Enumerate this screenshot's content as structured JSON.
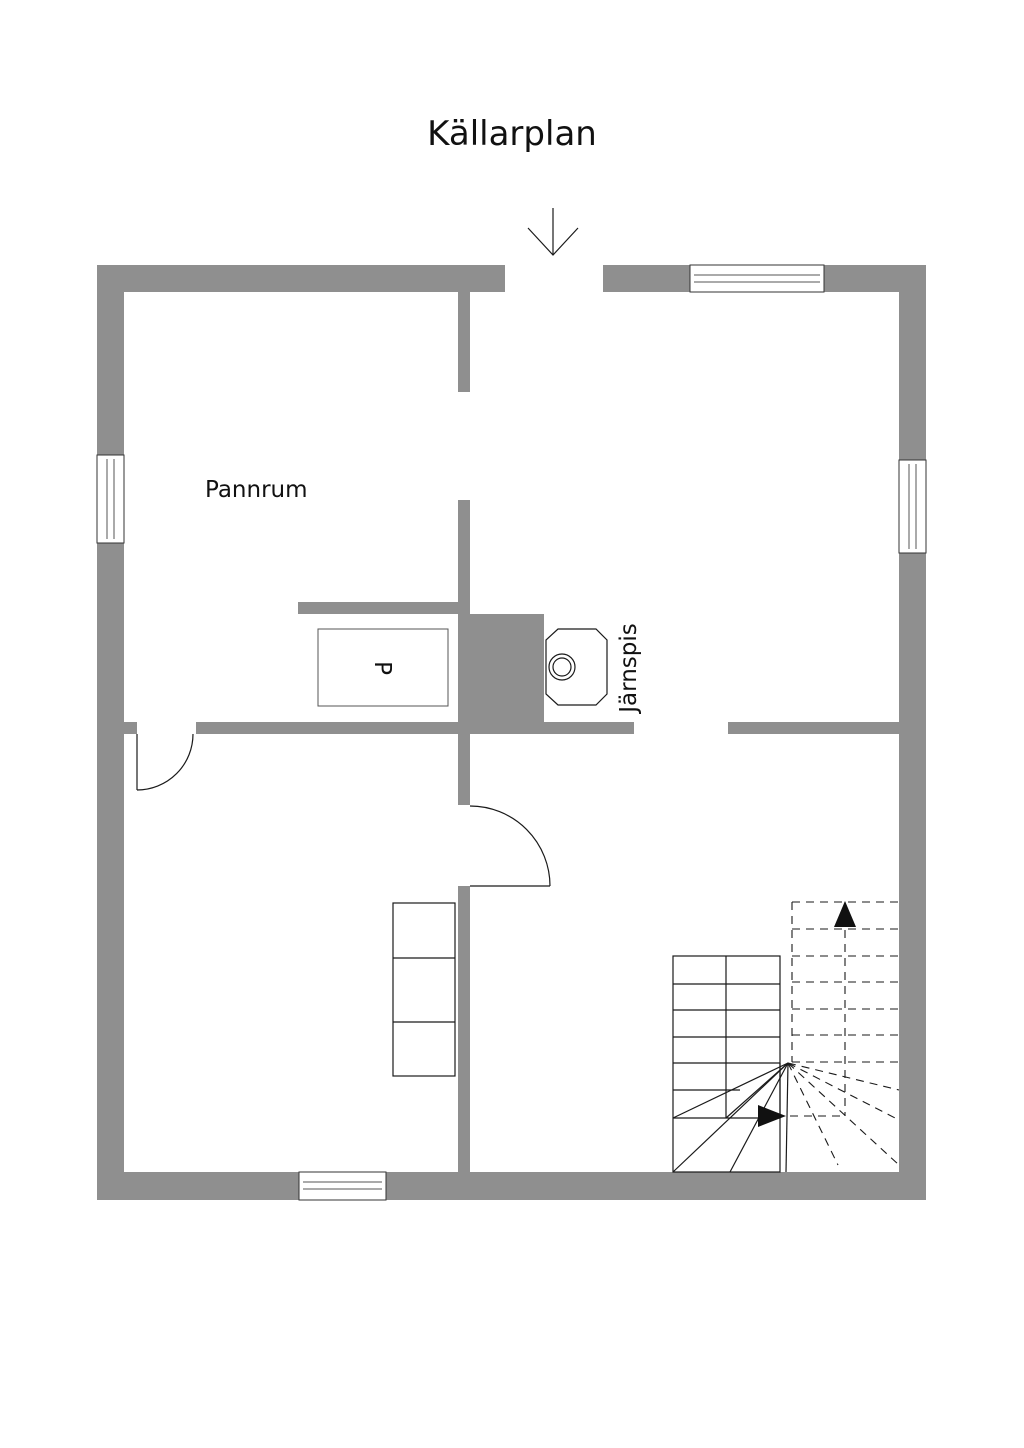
{
  "title": "Källarplan",
  "rooms": {
    "boiler_room": "Pannrum",
    "stove": "Järnspis",
    "boiler_symbol": "P"
  },
  "colors": {
    "wall": "#8f8f8f",
    "line": "#1a1a1a",
    "background": "#ffffff"
  },
  "icons": [
    "entrance-arrow-icon",
    "stair-up-arrow-icon",
    "stair-direction-arrow-icon"
  ]
}
